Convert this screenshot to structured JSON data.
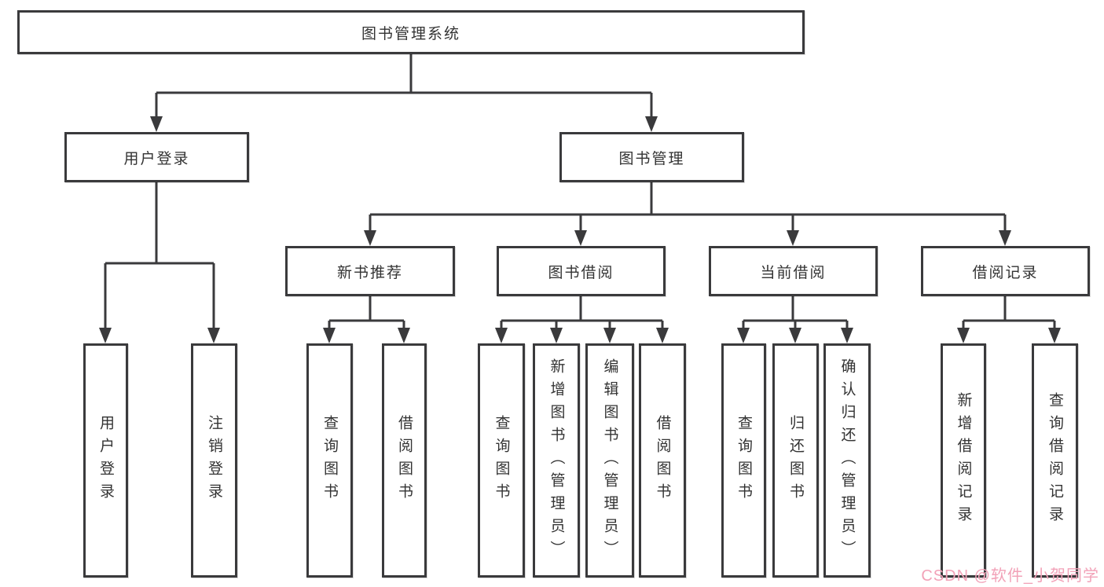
{
  "title": "图书管理系统",
  "tree": {
    "root": {
      "label": "图书管理系统"
    },
    "branches": [
      {
        "label": "用户登录",
        "children": [
          {
            "label": "用户登录"
          },
          {
            "label": "注销登录"
          }
        ]
      },
      {
        "label": "图书管理",
        "children": [
          {
            "label": "新书推荐",
            "children": [
              {
                "label": "查询图书"
              },
              {
                "label": "借阅图书"
              }
            ]
          },
          {
            "label": "图书借阅",
            "children": [
              {
                "label": "查询图书"
              },
              {
                "label": "新增图书（管理员）"
              },
              {
                "label": "编辑图书（管理员）"
              },
              {
                "label": "借阅图书"
              }
            ]
          },
          {
            "label": "当前借阅",
            "children": [
              {
                "label": "查询图书"
              },
              {
                "label": "归还图书"
              },
              {
                "label": "确认归还（管理员）"
              }
            ]
          },
          {
            "label": "借阅记录",
            "children": [
              {
                "label": "新增借阅记录"
              },
              {
                "label": "查询借阅记录"
              }
            ]
          }
        ]
      }
    ]
  },
  "watermark": {
    "text": "CSDN @软件_小贺同学",
    "color": "#f2a2b8"
  },
  "colors": {
    "line": "#3a3a3c",
    "box_border": "#3a3a3c",
    "text": "#333333",
    "background": "#ffffff"
  }
}
